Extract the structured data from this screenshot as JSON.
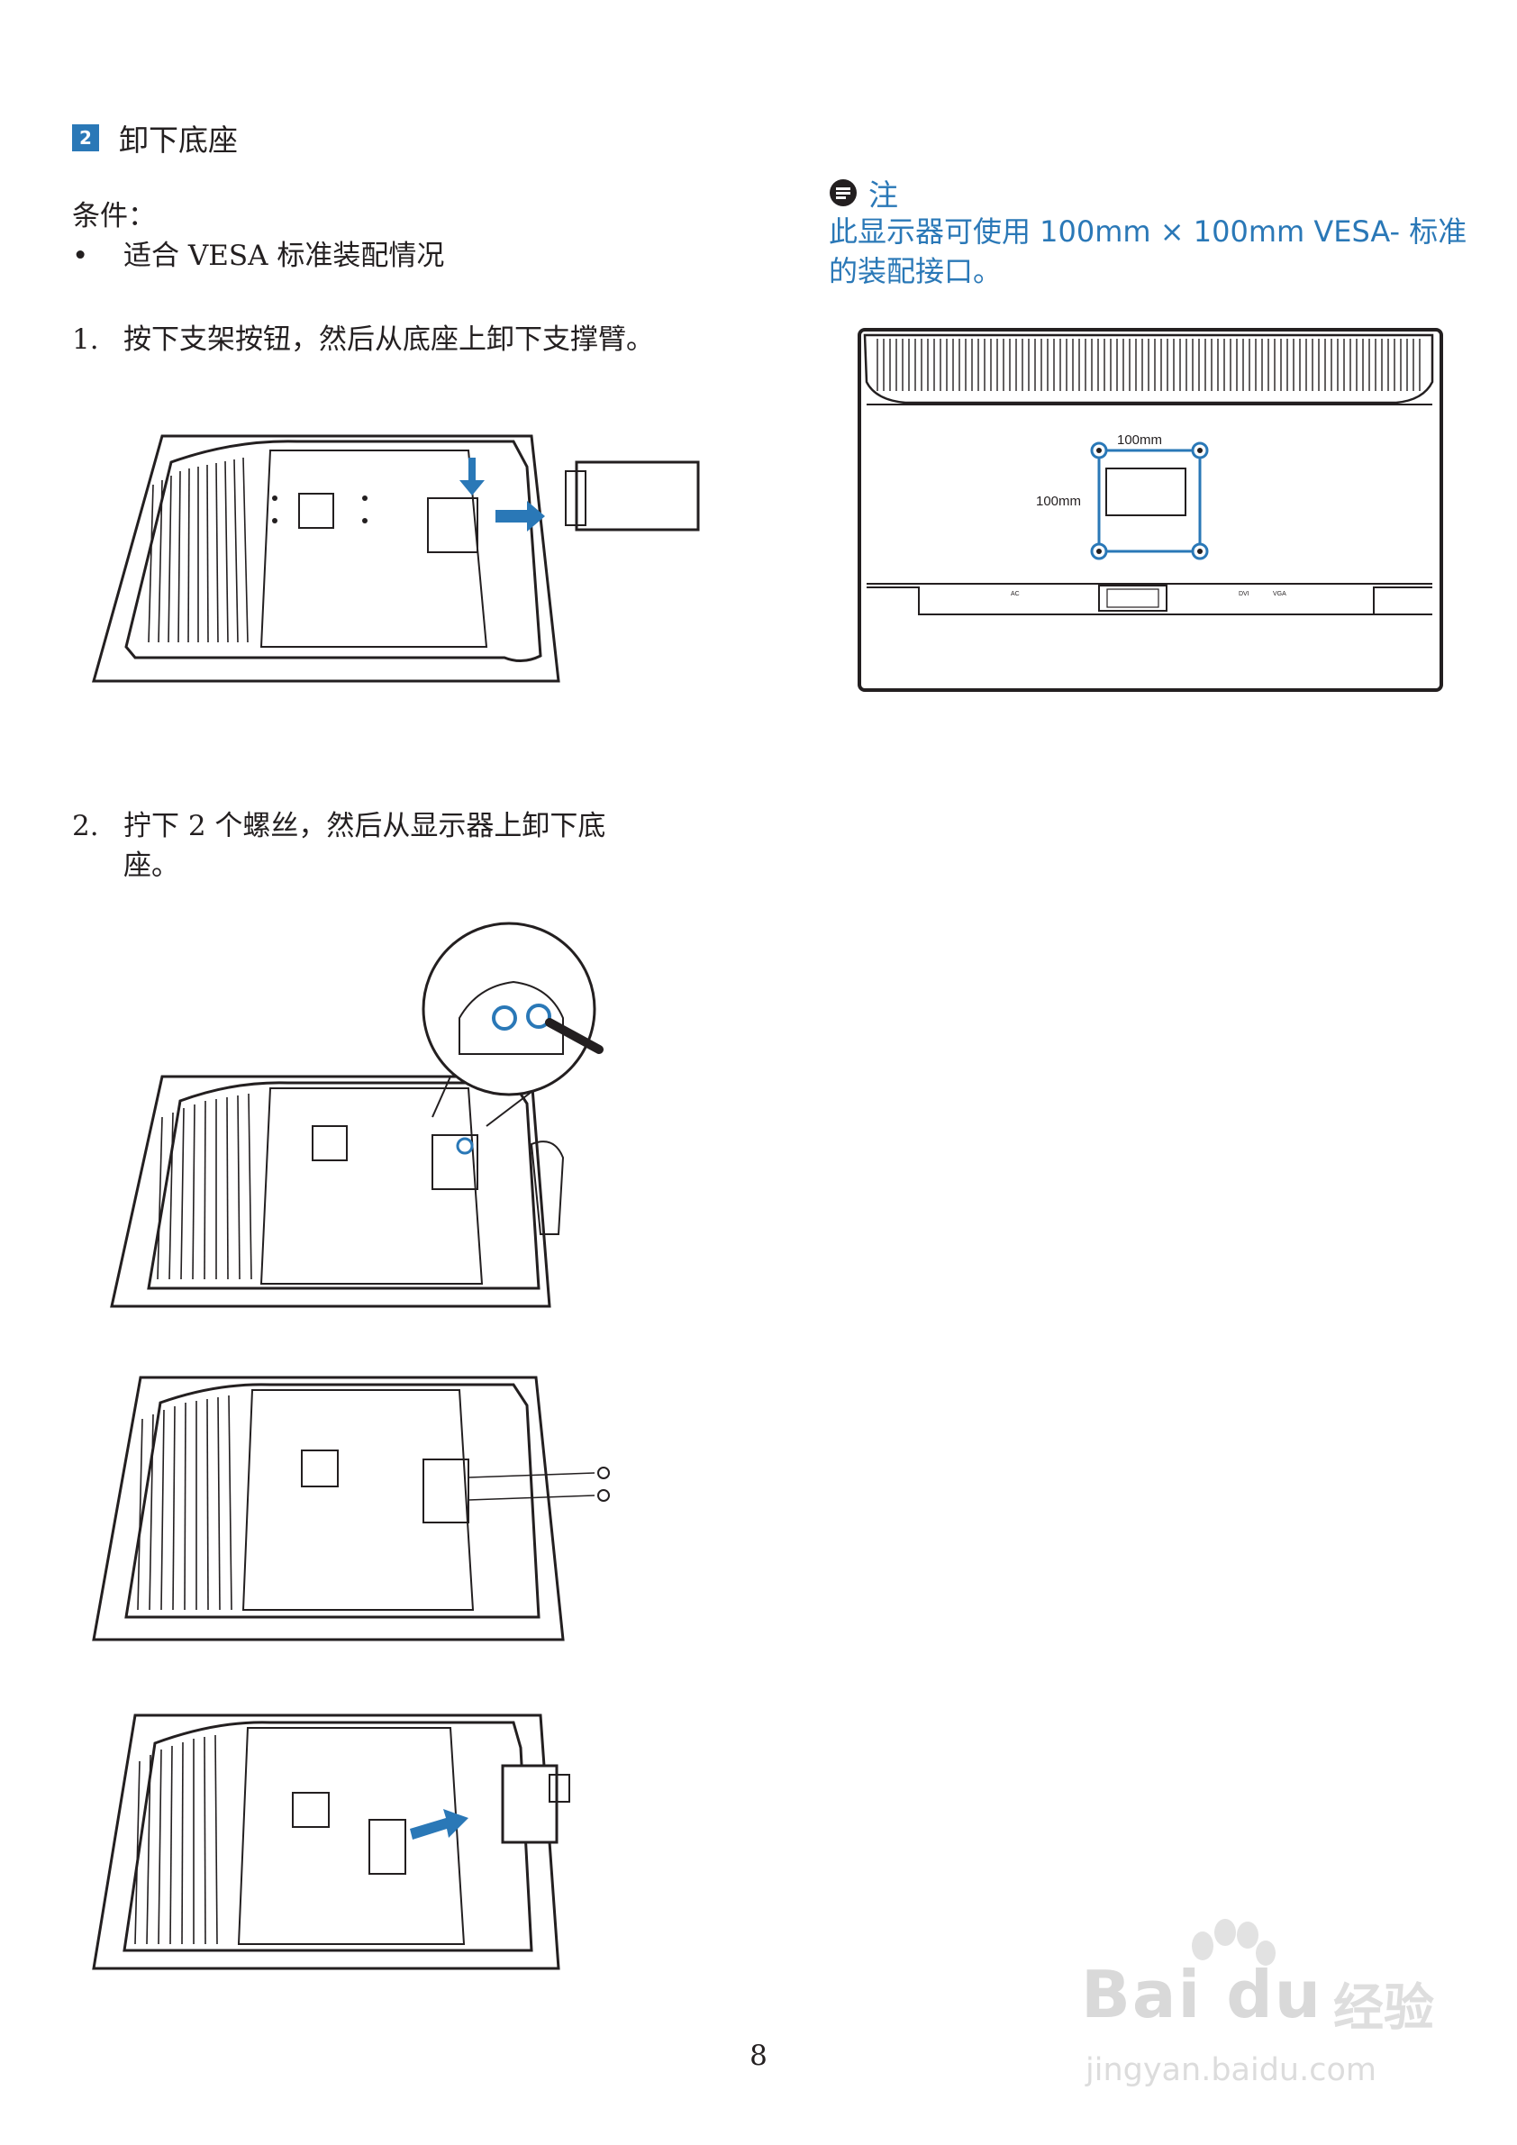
{
  "section": {
    "number": "2",
    "title": "卸下底座"
  },
  "conditions": {
    "label": "条件：",
    "bullet": "•",
    "items": [
      "适合 VESA 标准装配情况"
    ]
  },
  "steps": [
    {
      "num": "1.",
      "text": "按下支架按钮，然后从底座上卸下支撑臂。"
    },
    {
      "num": "2.",
      "text": "拧下 2 个螺丝，然后从显示器上卸下底",
      "text_cont": "座。"
    }
  ],
  "note": {
    "icon": "note-icon",
    "title": "注",
    "text": "此显示器可使用 100mm × 100mm VESA- 标准的装配接口。"
  },
  "vesa_diagram": {
    "width_label": "100mm",
    "height_label": "100mm",
    "port_labels": [
      "AC",
      "DVI",
      "VGA"
    ]
  },
  "page_number": "8",
  "watermark": {
    "brand": "Bai du",
    "cn": "经验",
    "url": "jingyan.baidu.com"
  },
  "colors": {
    "accent_blue": "#2a78b7",
    "text": "#231f20",
    "watermark": "#d9d9d9"
  }
}
